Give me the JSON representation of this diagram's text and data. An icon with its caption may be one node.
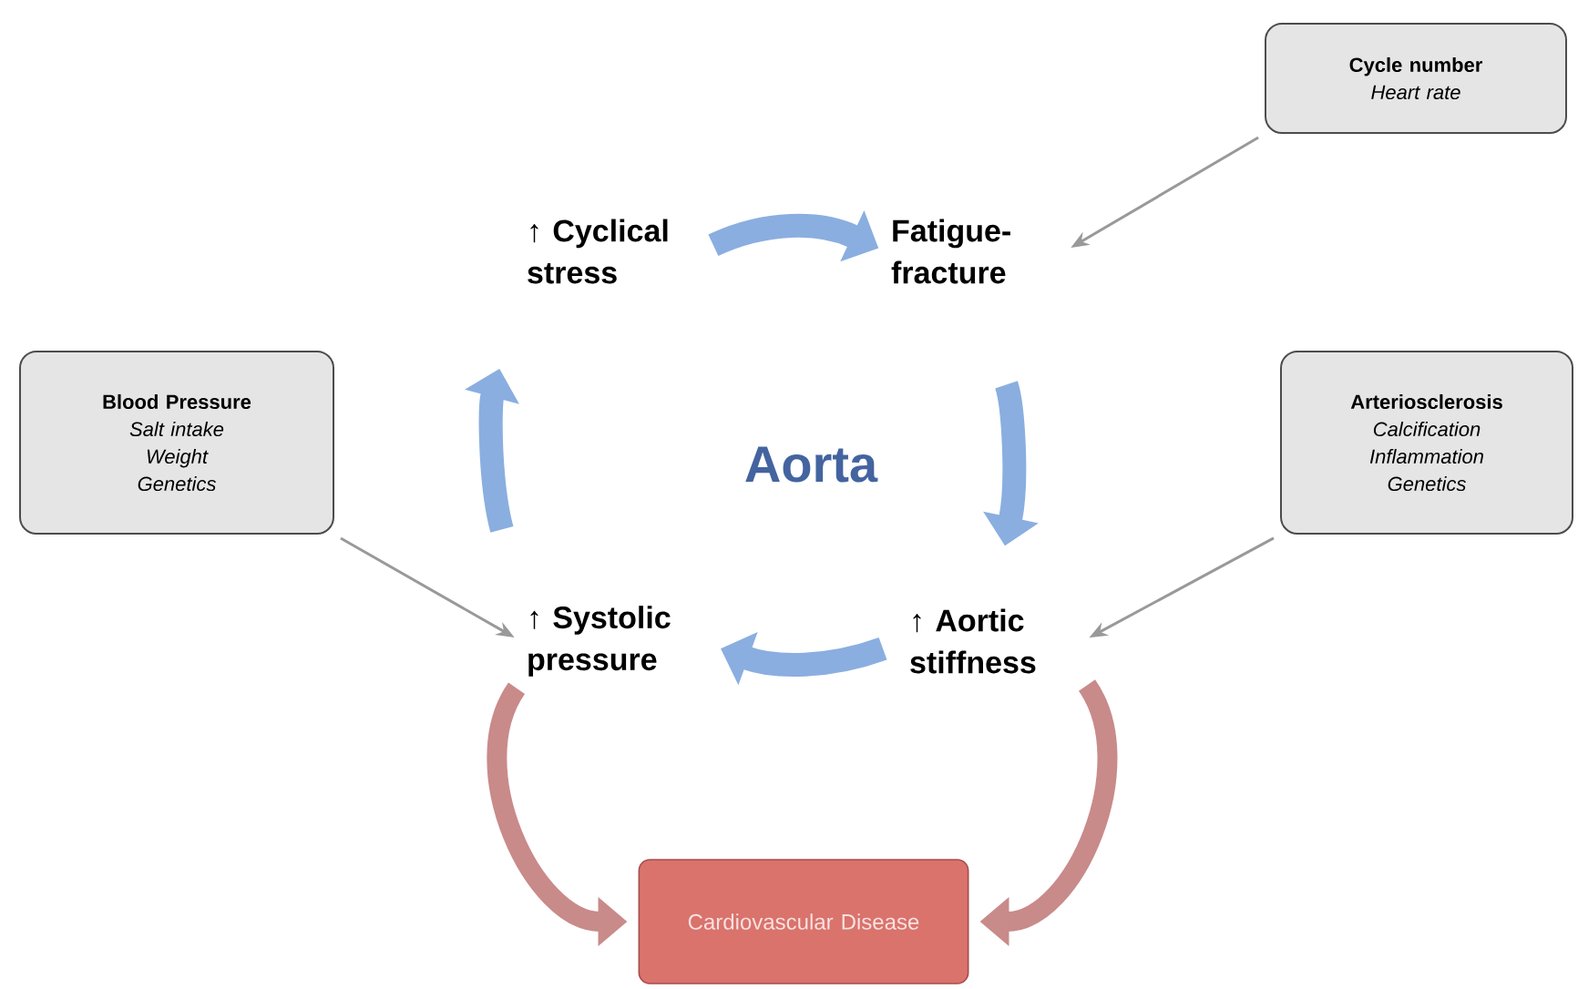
{
  "diagram": {
    "nodes": [
      {
        "text": [
          "Cycle number",
          "Heart rate"
        ]
      },
      {
        "text": [
          "↑ Cyclical stress"
        ]
      },
      {
        "text": [
          "Fatigue-fracture"
        ]
      },
      {
        "text": [
          "Blood Pressure",
          "Salt intake",
          "Weight",
          "Genetics"
        ]
      },
      {
        "text": [
          "Arteriosclerosis",
          "Calcification",
          "Inflammation",
          "Genetics"
        ]
      },
      {
        "text": [
          "↑ Systolic pressure"
        ]
      },
      {
        "text": [
          "↑ Aortic stiffness"
        ]
      },
      {
        "text": [
          "Cardiovascular Disease"
        ]
      }
    ],
    "edges": [
      {
        "from": 1,
        "to": 2,
        "arrow": "to",
        "color": "#8aaee0"
      },
      {
        "from": 2,
        "to": 6,
        "arrow": "to",
        "color": "#8aaee0"
      },
      {
        "from": 6,
        "to": 5,
        "arrow": "to",
        "color": "#8aaee0"
      },
      {
        "from": 5,
        "to": 1,
        "arrow": "to",
        "color": "#8aaee0"
      },
      {
        "from": 0,
        "to": 2,
        "arrow": "to",
        "color": "#999999"
      },
      {
        "from": 3,
        "to": 5,
        "arrow": "to",
        "color": "#999999"
      },
      {
        "from": 4,
        "to": 6,
        "arrow": "to",
        "color": "#999999"
      },
      {
        "from": 5,
        "to": 7,
        "arrow": "to",
        "color": "#c98a8a"
      },
      {
        "from": 6,
        "to": 7,
        "arrow": "to",
        "color": "#c98a8a"
      }
    ],
    "labels": [
      "Aorta"
    ]
  }
}
